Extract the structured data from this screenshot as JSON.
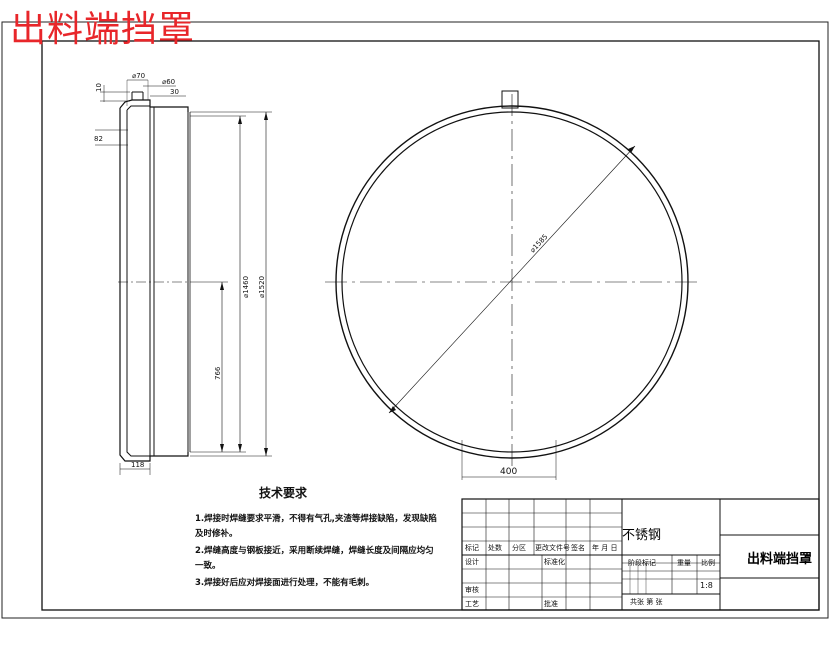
{
  "page_title": "出料端挡罩",
  "dimensions": {
    "d70": "⌀70",
    "d60": "⌀60",
    "len10": "10",
    "len30": "30",
    "len82": "82",
    "d1460": "⌀1460",
    "d1520": "⌀1520",
    "len766": "766",
    "len118": "118",
    "d1585": "⌀1585",
    "len400": "400"
  },
  "technical_requirements": {
    "title": "技术要求",
    "notes": [
      "1.焊接时焊缝要求平滑，不得有气孔,夹渣等焊接缺陷，发现缺陷",
      "及时修补。",
      "2.焊缝高度与钢板接近，采用断续焊缝，焊缝长度及间隔应均匀",
      "一致。",
      "3.焊接好后应对焊接面进行处理，不能有毛刺。"
    ]
  },
  "title_block": {
    "material": "不锈钢",
    "part_name": "出料端挡罩",
    "headers": [
      "标记",
      "处数",
      "分区",
      "更改文件号",
      "签名",
      "年 月 日"
    ],
    "designer": "设计",
    "standardization": "标准化",
    "review": "审核",
    "process": "工艺",
    "approve": "批准",
    "stage_mark": "阶段标记",
    "weight": "重量",
    "scale": "比例",
    "scale_value": "1:8",
    "sheet": "共张 第 张"
  }
}
